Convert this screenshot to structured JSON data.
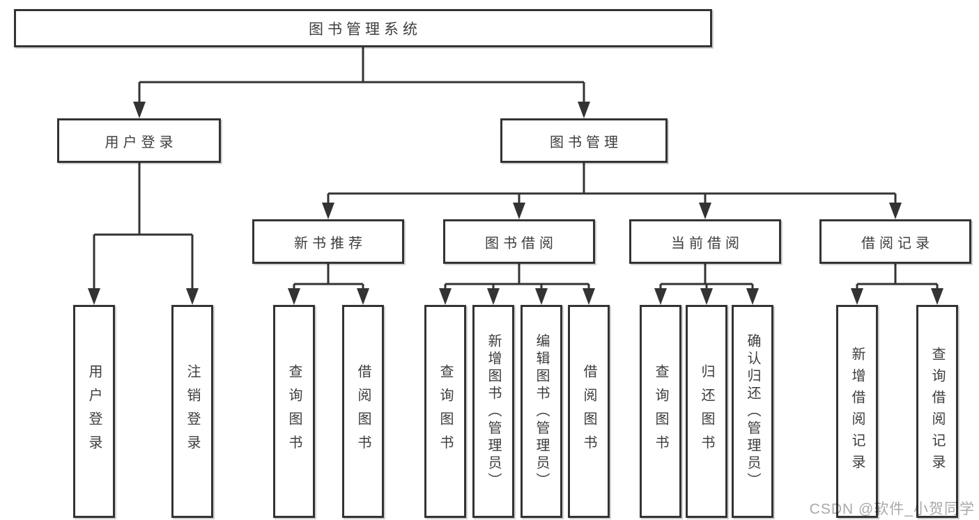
{
  "tree": {
    "root": {
      "label": "图书管理系统",
      "children": [
        {
          "label": "用户登录",
          "children": [
            {
              "label": "用户登录"
            },
            {
              "label": "注销登录"
            }
          ]
        },
        {
          "label": "图书管理",
          "children": [
            {
              "label": "新书推荐",
              "children": [
                {
                  "label": "查询图书"
                },
                {
                  "label": "借阅图书"
                }
              ]
            },
            {
              "label": "图书借阅",
              "children": [
                {
                  "label": "查询图书"
                },
                {
                  "label": "新增图书（管理员）"
                },
                {
                  "label": "编辑图书（管理员）"
                },
                {
                  "label": "借阅图书"
                }
              ]
            },
            {
              "label": "当前借阅",
              "children": [
                {
                  "label": "查询图书"
                },
                {
                  "label": "归还图书"
                },
                {
                  "label": "确认归还（管理员）"
                }
              ]
            },
            {
              "label": "借阅记录",
              "children": [
                {
                  "label": "新增借阅记录"
                },
                {
                  "label": "查询借阅记录"
                }
              ]
            }
          ]
        }
      ]
    }
  },
  "watermark": {
    "text": "CSDN @软件_小贺同学"
  },
  "colors": {
    "line": "#333333",
    "box_border": "#333333",
    "text": "#3d3d3d",
    "watermark": "#a9a9a9",
    "background": "#ffffff"
  }
}
